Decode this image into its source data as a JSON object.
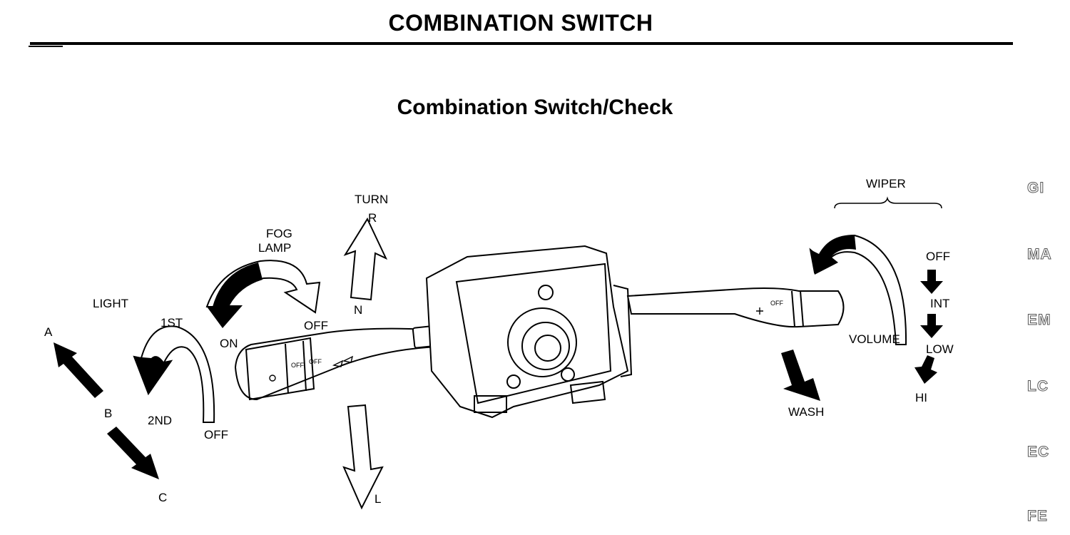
{
  "header": {
    "title": "COMBINATION SWITCH"
  },
  "section": {
    "subtitle": "Combination Switch/Check"
  },
  "labels": {
    "light": "LIGHT",
    "a": "A",
    "b": "B",
    "c": "C",
    "first": "1ST",
    "second": "2ND",
    "off_light": "OFF",
    "fog_lamp_line1": "FOG",
    "fog_lamp_line2": "LAMP",
    "on": "ON",
    "off_fog": "OFF",
    "turn": "TURN",
    "r": "R",
    "n": "N",
    "l": "L",
    "wiper": "WIPER",
    "off_wiper": "OFF",
    "int": "INT",
    "low": "LOW",
    "hi": "HI",
    "volume": "VOLUME",
    "wash": "WASH"
  },
  "side_index": [
    "GI",
    "MA",
    "EM",
    "LC",
    "EC",
    "FE"
  ]
}
